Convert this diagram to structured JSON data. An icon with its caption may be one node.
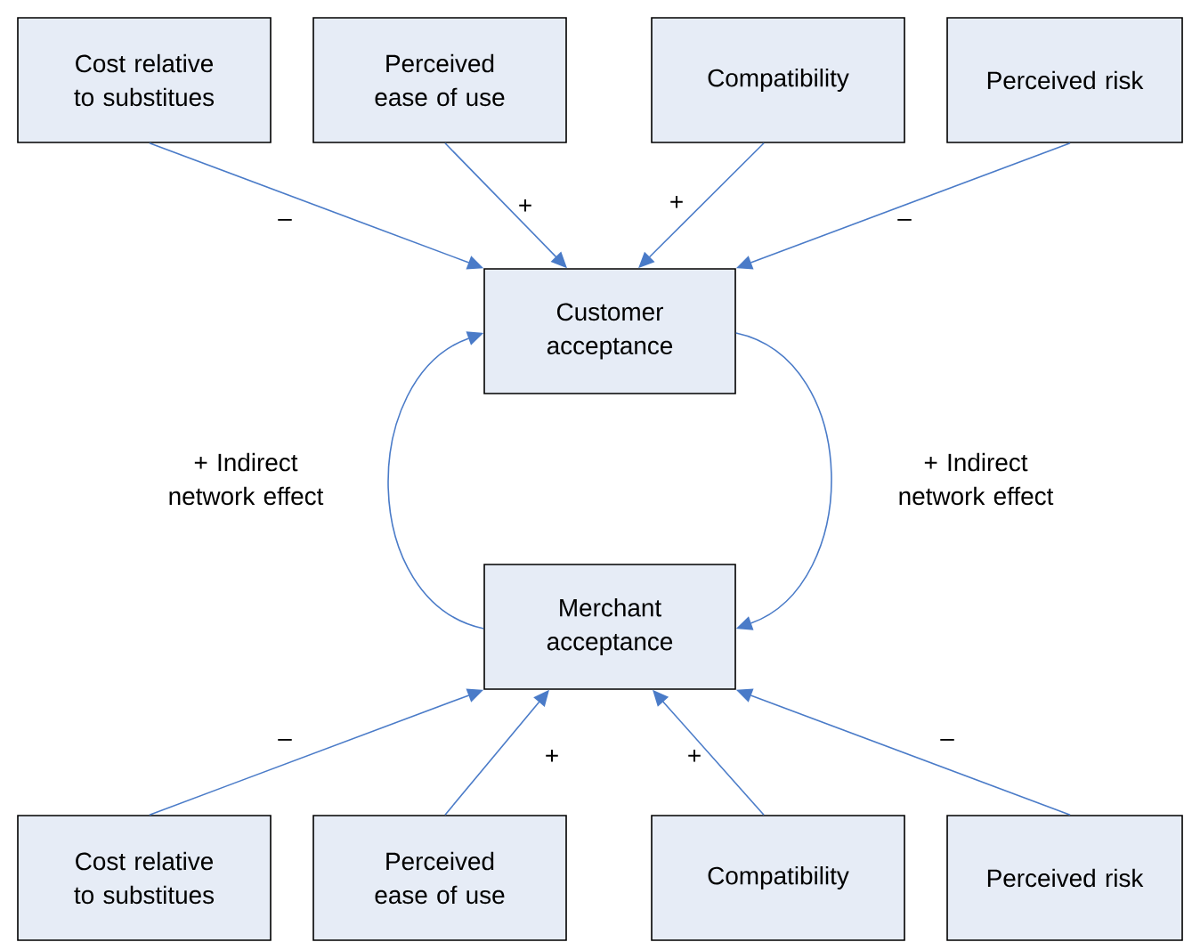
{
  "diagram": {
    "nodes": [
      {
        "text": [
          "Cost relative to substitues"
        ]
      },
      {
        "text": [
          "Perceived ease of use"
        ]
      },
      {
        "text": [
          "Compatibility"
        ]
      },
      {
        "text": [
          "Perceived risk"
        ]
      },
      {
        "text": [
          "Customer acceptance"
        ]
      },
      {
        "text": [
          "Merchant acceptance"
        ]
      },
      {
        "text": [
          "Cost relative to substitues"
        ]
      },
      {
        "text": [
          "Perceived ease of use"
        ]
      },
      {
        "text": [
          "Compatibility"
        ]
      },
      {
        "text": [
          "Perceived risk"
        ]
      }
    ],
    "edges": [
      {
        "from": 0,
        "to": 4,
        "arrow": "to",
        "label": "–"
      },
      {
        "from": 1,
        "to": 4,
        "arrow": "to",
        "label": "+"
      },
      {
        "from": 2,
        "to": 4,
        "arrow": "to",
        "label": "+"
      },
      {
        "from": 3,
        "to": 4,
        "arrow": "to",
        "label": "–"
      },
      {
        "from": 4,
        "to": 5,
        "arrow": "to",
        "label": "+ Indirect network effect"
      },
      {
        "from": 5,
        "to": 4,
        "arrow": "to",
        "label": "+ Indirect network effect"
      },
      {
        "from": 6,
        "to": 5,
        "arrow": "to",
        "label": "–"
      },
      {
        "from": 7,
        "to": 5,
        "arrow": "to",
        "label": "+"
      },
      {
        "from": 8,
        "to": 5,
        "arrow": "to",
        "label": "+"
      },
      {
        "from": 9,
        "to": 5,
        "arrow": "to",
        "label": "–"
      }
    ]
  }
}
